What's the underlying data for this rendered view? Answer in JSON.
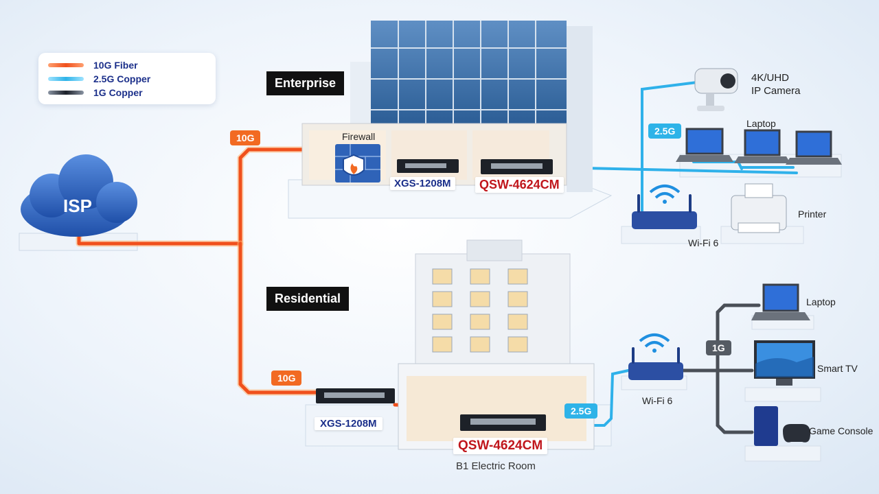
{
  "legend": [
    {
      "label": "10G Fiber",
      "color": "#f26a22"
    },
    {
      "label": "2.5G Copper",
      "color": "#2eb3e8"
    },
    {
      "label": "1G Copper",
      "color": "#2a2f3a"
    }
  ],
  "isp": {
    "label": "ISP"
  },
  "enterprise": {
    "title": "Enterprise",
    "link_badge": "10G",
    "firewall_label": "Firewall",
    "switch_a": "XGS-1208M",
    "switch_b": "QSW-4624CM",
    "uplink_badge": "2.5G",
    "devices": {
      "camera": "4K/UHD\nIP Camera",
      "laptops": "Laptop",
      "printer": "Printer",
      "wifi": "Wi-Fi 6"
    }
  },
  "residential": {
    "title": "Residential",
    "link_badge": "10G",
    "switch_a": "XGS-1208M",
    "switch_b": "QSW-4624CM",
    "room_label": "B1 Electric Room",
    "uplink_badge": "2.5G",
    "wifi": "Wi-Fi 6",
    "lan_badge": "1G",
    "devices": {
      "laptop": "Laptop",
      "tv": "Smart TV",
      "console": "Game Console"
    }
  },
  "colors": {
    "fiber": "#f26a22",
    "copper25": "#2eb3e8",
    "copper1": "#4a4f57",
    "navy": "#1b2f8a",
    "red": "#c0161c"
  }
}
